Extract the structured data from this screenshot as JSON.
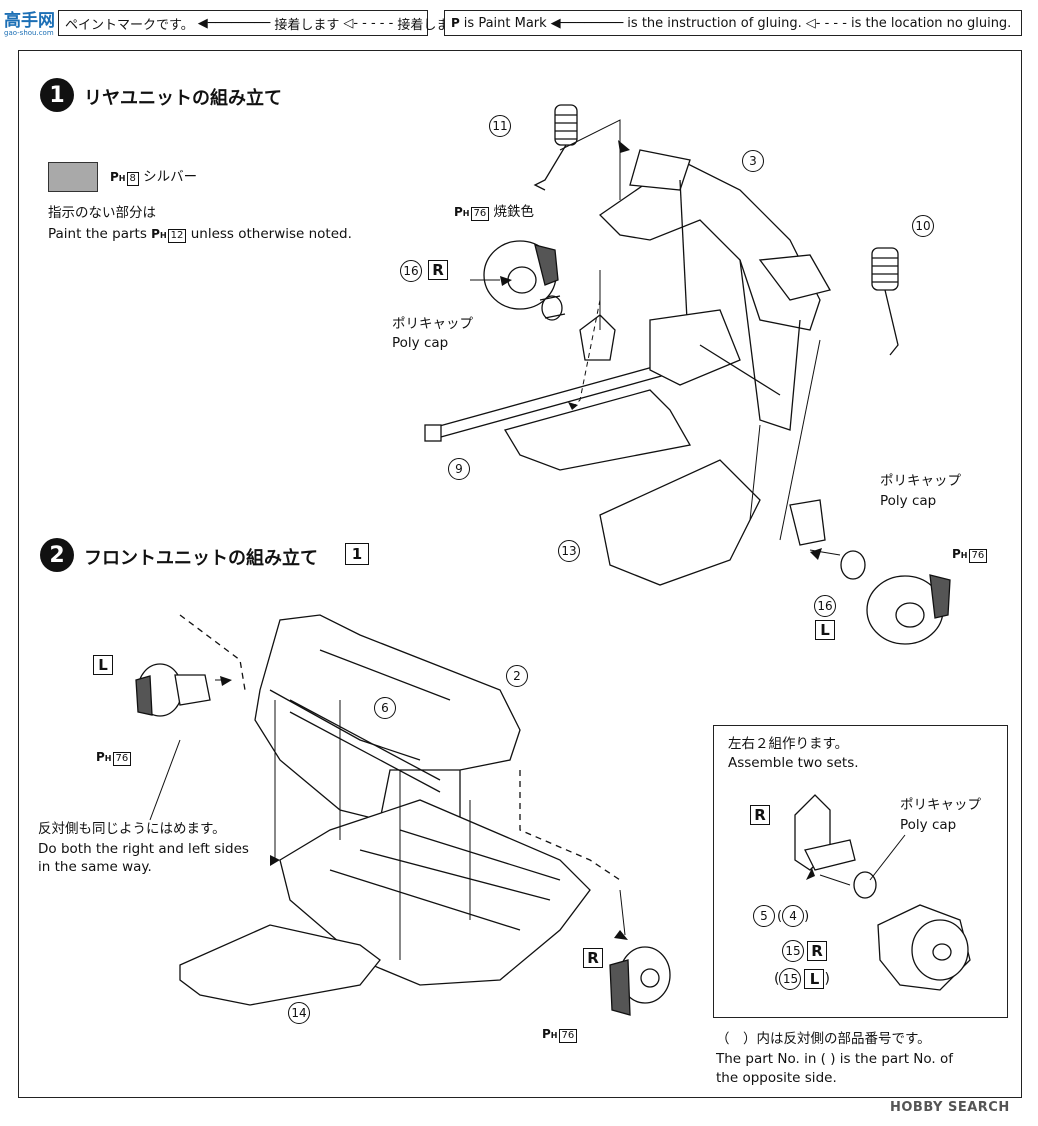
{
  "logo": {
    "text": "高手网",
    "sub": "gao-shou.com"
  },
  "legend_jp": {
    "paint_text": "ペイントマークです。",
    "glue_text": "接着します",
    "noglue_text": "接着しません"
  },
  "legend_en": {
    "paint_text": "is Paint Mark",
    "glue_text": "is the instruction of gluing.",
    "noglue_text": "is the location no gluing."
  },
  "paint_mark": {
    "symbol": "P",
    "sub": "H"
  },
  "step1": {
    "number": "1",
    "title": "リヤユニットの組み立て",
    "swatch_color": "#a9a9a9",
    "swatch_code": "8",
    "swatch_name": "シルバー",
    "note_jp": "指示のない部分は",
    "note_en_prefix": "Paint the parts",
    "note_code": "12",
    "note_en_suffix": "unless otherwise noted.",
    "paint_76_label": "焼鉄色",
    "paint_76_code": "76",
    "polycap_jp": "ポリキャップ",
    "polycap_en": "Poly cap",
    "parts": {
      "p11": "11",
      "p3": "3",
      "p10": "10",
      "p16": "16",
      "p9": "9",
      "p13": "13"
    },
    "side_r": "R",
    "side_l": "L"
  },
  "step2": {
    "number": "2",
    "title": "フロントユニットの組み立て",
    "ref_box": "1",
    "parts": {
      "p2": "2",
      "p6": "6",
      "p14": "14"
    },
    "side_l": "L",
    "side_r": "R",
    "paint_code": "76",
    "note_jp": "反対側も同じようにはめます。",
    "note_en_1": "Do both the right and left sides",
    "note_en_2": "in the same way."
  },
  "inset": {
    "title_jp": "左右２組作ります。",
    "title_en": "Assemble two sets.",
    "side_r": "R",
    "polycap_jp": "ポリキャップ",
    "polycap_en": "Poly cap",
    "part_5": "5",
    "part_4": "4",
    "part_15": "15",
    "side_r2": "R",
    "side_l2": "L",
    "footnote_jp": "（　）内は反対側の部品番号です。",
    "footnote_en_1": "The part No. in (   ) is the part No. of",
    "footnote_en_2": "the opposite side."
  },
  "watermark": {
    "text": "HOBBY SEARCH"
  }
}
